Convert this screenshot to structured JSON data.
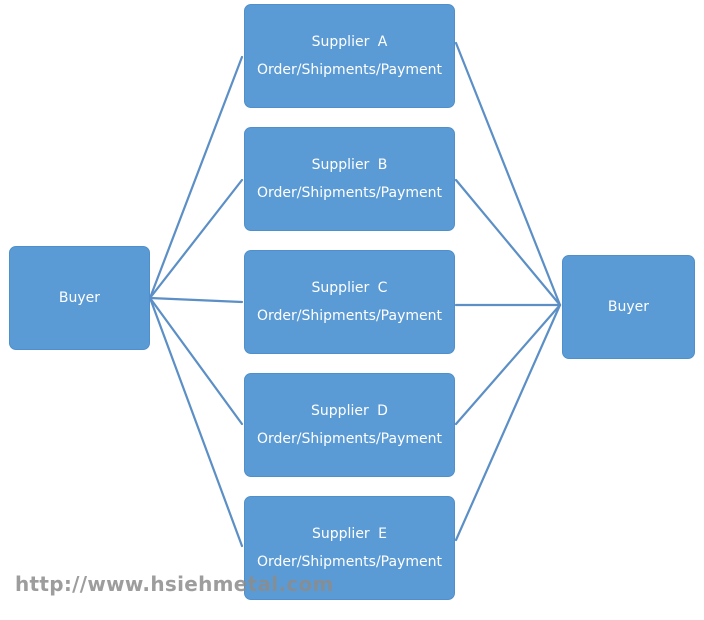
{
  "diagram": {
    "colors": {
      "box_fill": "#5b9bd5",
      "connector": "#5b8fc6",
      "text": "#ffffff",
      "watermark": "#8c8c8c"
    },
    "buyer_left": {
      "label": "Buyer"
    },
    "buyer_right": {
      "label": "Buyer"
    },
    "suppliers": [
      {
        "name": "Supplier  A",
        "detail": "Order/Shipments/Payment"
      },
      {
        "name": "Supplier  B",
        "detail": "Order/Shipments/Payment"
      },
      {
        "name": "Supplier  C",
        "detail": "Order/Shipments/Payment"
      },
      {
        "name": "Supplier  D",
        "detail": "Order/Shipments/Payment"
      },
      {
        "name": "Supplier  E",
        "detail": "Order/Shipments/Payment"
      }
    ],
    "connections": [
      {
        "from": "Buyer (left)",
        "to": "Supplier A"
      },
      {
        "from": "Buyer (left)",
        "to": "Supplier B"
      },
      {
        "from": "Buyer (left)",
        "to": "Supplier C"
      },
      {
        "from": "Buyer (left)",
        "to": "Supplier D"
      },
      {
        "from": "Buyer (left)",
        "to": "Supplier E"
      },
      {
        "from": "Supplier A",
        "to": "Buyer (right)"
      },
      {
        "from": "Supplier B",
        "to": "Buyer (right)"
      },
      {
        "from": "Supplier C",
        "to": "Buyer (right)"
      },
      {
        "from": "Supplier D",
        "to": "Buyer (right)"
      },
      {
        "from": "Supplier E",
        "to": "Buyer (right)"
      }
    ]
  },
  "watermark": {
    "text": "http://www.hsiehmetal.com"
  }
}
